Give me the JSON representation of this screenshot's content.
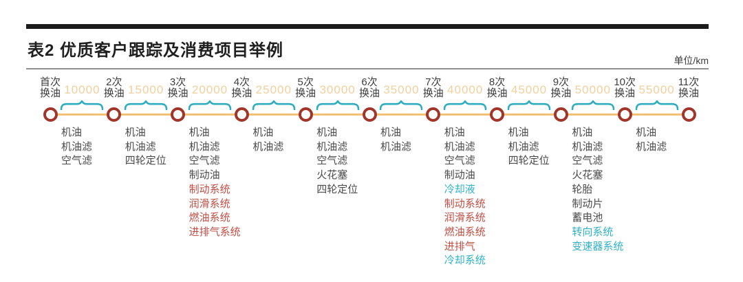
{
  "title": "表2 优质客户跟踪及消费项目举例",
  "unit_label": "单位/km",
  "colors": {
    "top_bar": "#1c1c1c",
    "title": "#1f1f1f",
    "unit": "#3c3c3c",
    "divider": "#8f8f8f",
    "timeline_line": "#f3c173",
    "circle_border": "#a2352a",
    "circle_fill": "#ffffff",
    "brace": "#2fadc0",
    "mileage": "#f3cf9b",
    "node_label": "#3d3d3d",
    "item_default": "#4a4a4a",
    "item_red": "#bf4e44",
    "item_cyan": "#2eb3c6"
  },
  "timeline": {
    "intervals": [
      "10000",
      "15000",
      "20000",
      "25000",
      "30000",
      "35000",
      "40000",
      "45000",
      "50000",
      "55000"
    ],
    "nodes": [
      {
        "label": [
          "首次",
          "换油"
        ],
        "items": [
          {
            "t": "机油",
            "c": "default"
          },
          {
            "t": "机油滤",
            "c": "default"
          },
          {
            "t": "空气滤",
            "c": "default"
          }
        ]
      },
      {
        "label": [
          "2次",
          "换油"
        ],
        "items": [
          {
            "t": "机油",
            "c": "default"
          },
          {
            "t": "机油滤",
            "c": "default"
          },
          {
            "t": "四轮定位",
            "c": "default"
          }
        ]
      },
      {
        "label": [
          "3次",
          "换油"
        ],
        "items": [
          {
            "t": "机油",
            "c": "default"
          },
          {
            "t": "机油滤",
            "c": "default"
          },
          {
            "t": "空气滤",
            "c": "default"
          },
          {
            "t": "制动油",
            "c": "default"
          },
          {
            "t": "制动系统",
            "c": "red"
          },
          {
            "t": "润滑系统",
            "c": "red"
          },
          {
            "t": "燃油系统",
            "c": "red"
          },
          {
            "t": "进排气系统",
            "c": "red"
          }
        ]
      },
      {
        "label": [
          "4次",
          "换油"
        ],
        "items": [
          {
            "t": "机油",
            "c": "default"
          },
          {
            "t": "机油滤",
            "c": "default"
          }
        ]
      },
      {
        "label": [
          "5次",
          "换油"
        ],
        "items": [
          {
            "t": "机油",
            "c": "default"
          },
          {
            "t": "机油滤",
            "c": "default"
          },
          {
            "t": "空气滤",
            "c": "default"
          },
          {
            "t": "火花塞",
            "c": "default"
          },
          {
            "t": "四轮定位",
            "c": "default"
          }
        ]
      },
      {
        "label": [
          "6次",
          "换油"
        ],
        "items": [
          {
            "t": "机油",
            "c": "default"
          },
          {
            "t": "机油滤",
            "c": "default"
          }
        ]
      },
      {
        "label": [
          "7次",
          "换油"
        ],
        "items": [
          {
            "t": "机油",
            "c": "default"
          },
          {
            "t": "机油滤",
            "c": "default"
          },
          {
            "t": "空气滤",
            "c": "default"
          },
          {
            "t": "制动油",
            "c": "default"
          },
          {
            "t": "冷却液",
            "c": "cyan"
          },
          {
            "t": "制动系统",
            "c": "red"
          },
          {
            "t": "润滑系统",
            "c": "red"
          },
          {
            "t": "燃油系统",
            "c": "red"
          },
          {
            "t": "进排气",
            "c": "red"
          },
          {
            "t": "冷却系统",
            "c": "cyan"
          }
        ]
      },
      {
        "label": [
          "8次",
          "换油"
        ],
        "items": [
          {
            "t": "机油",
            "c": "default"
          },
          {
            "t": "机油滤",
            "c": "default"
          },
          {
            "t": "四轮定位",
            "c": "default"
          }
        ]
      },
      {
        "label": [
          "9次",
          "换油"
        ],
        "items": [
          {
            "t": "机油",
            "c": "default"
          },
          {
            "t": "机油滤",
            "c": "default"
          },
          {
            "t": "空气滤",
            "c": "default"
          },
          {
            "t": "火花塞",
            "c": "default"
          },
          {
            "t": "轮胎",
            "c": "default"
          },
          {
            "t": "制动片",
            "c": "default"
          },
          {
            "t": "蓄电池",
            "c": "default"
          },
          {
            "t": "转向系统",
            "c": "cyan"
          },
          {
            "t": "变速器系统",
            "c": "cyan"
          }
        ]
      },
      {
        "label": [
          "10次",
          "换油"
        ],
        "items": [
          {
            "t": "机油",
            "c": "default"
          },
          {
            "t": "机油滤",
            "c": "default"
          }
        ]
      },
      {
        "label": [
          "11次",
          "换油"
        ],
        "items": []
      }
    ]
  }
}
